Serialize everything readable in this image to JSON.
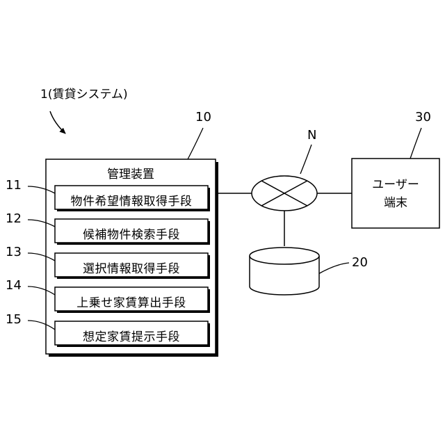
{
  "system_label": "1(賃貸システム)",
  "management": {
    "ref": "10",
    "title": "管理装置",
    "modules": [
      {
        "ref": "11",
        "label": "物件希望情報取得手段"
      },
      {
        "ref": "12",
        "label": "候補物件検索手段"
      },
      {
        "ref": "13",
        "label": "選択情報取得手段"
      },
      {
        "ref": "14",
        "label": "上乗せ家賃算出手段"
      },
      {
        "ref": "15",
        "label": "想定家賃提示手段"
      }
    ]
  },
  "network": {
    "ref": "N"
  },
  "database": {
    "ref": "20"
  },
  "terminal": {
    "ref": "30",
    "line1": "ユーザー",
    "line2": "端末"
  }
}
